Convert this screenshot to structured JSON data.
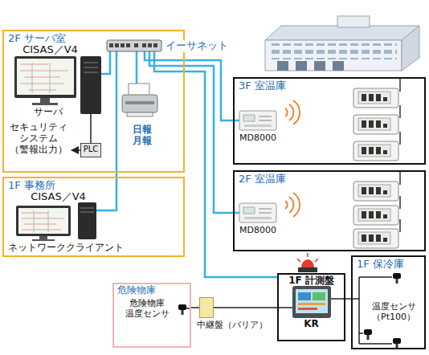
{
  "diagram": {
    "nodes": [
      {
        "text": [
          "2F サーバ室"
        ]
      },
      {
        "text": [
          "PLC"
        ],
        "in": 0
      },
      {
        "text": [
          "3F 室温庫"
        ]
      },
      {
        "text": [
          "2F 室温庫"
        ]
      },
      {
        "text": [
          "1F 事務所"
        ]
      },
      {
        "text": [
          "1F 計測盤",
          "KR"
        ]
      },
      {
        "text": [
          "1F 保冷庫"
        ]
      },
      {
        "text": [
          "危険物庫"
        ]
      },
      {
        "text": [
          "中継盤（バリア）"
        ]
      }
    ],
    "edges": [
      {
        "from": 0,
        "to": 2,
        "arrow": "none"
      },
      {
        "from": 0,
        "to": 3,
        "arrow": "none"
      },
      {
        "from": 0,
        "to": 4,
        "arrow": "none"
      },
      {
        "from": 0,
        "to": 5,
        "arrow": "none"
      },
      {
        "from": 7,
        "to": 8,
        "arrow": "none"
      },
      {
        "from": 8,
        "to": 5,
        "arrow": "none"
      },
      {
        "from": 5,
        "to": 6,
        "arrow": "none"
      }
    ],
    "labels": [
      "CISAS／V4",
      "サーバ",
      "セキュリティ システム （警報出力）",
      "日報 月報",
      "イーサネット",
      "MD8000",
      "MD8000",
      "CISAS／V4",
      "ネットワーククライアント",
      "危険物庫 温度センサ",
      "温度センサ （Pt100）"
    ]
  }
}
